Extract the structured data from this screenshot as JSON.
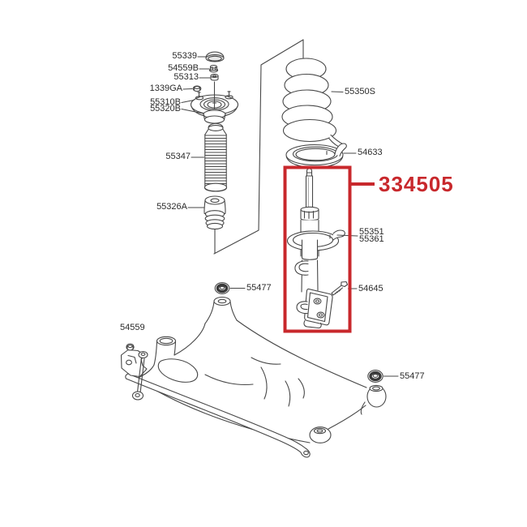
{
  "diagram": {
    "type": "exploded-parts-diagram",
    "subject": "rear suspension strut and crossmember",
    "colors": {
      "highlight": "#c8282c",
      "line_art": "#474747",
      "label_text": "#2a2a2a",
      "background": "#ffffff"
    },
    "highlight": {
      "part_number": "334505"
    },
    "labels": {
      "cap": "55339",
      "self_lock_nut": "54559B",
      "packing": "55313",
      "flange_nut": "1339GA",
      "insulator_upper": "55310B",
      "insulator_lower": "55320B",
      "dust_cover": "55347",
      "bumper_stopper": "55326A",
      "coil_spring": "55350S",
      "spring_pad": "54633",
      "strut_upper": "55351",
      "strut_lower": "55361",
      "bracket_bolt": "54645",
      "washer_left": "55477",
      "stabilizer_nut": "54559",
      "washer_right": "55477"
    }
  }
}
